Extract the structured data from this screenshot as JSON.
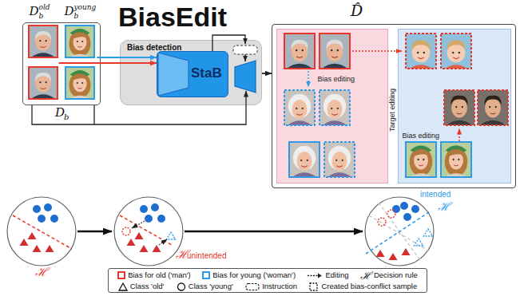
{
  "diagram": {
    "title": "BiasEdit",
    "nodes": [
      {
        "text": [
          "D",
          "b"
        ]
      },
      {
        "text": [
          "D",
          "old",
          "b"
        ],
        "in": 0
      },
      {
        "text": [
          "D",
          "young",
          "b"
        ],
        "in": 0
      },
      {
        "text": [
          "Bias detection"
        ]
      },
      {
        "text": [
          "StaB"
        ],
        "in": 3
      },
      {
        "text": [
          "D̂"
        ]
      },
      {
        "text": [
          "Bias editing"
        ],
        "in": 5
      },
      {
        "text": [
          "Bias editing"
        ],
        "in": 5
      }
    ],
    "edges": [
      {
        "from": 1,
        "to": 4,
        "arrow": "to"
      },
      {
        "from": 2,
        "to": 4,
        "arrow": "to"
      },
      {
        "from": 3,
        "to": 5,
        "arrow": "to"
      }
    ],
    "labels": [
      "Target editing",
      "ℋ",
      "ℋ",
      "unintended",
      "intended",
      "ℋ",
      "ℋ"
    ],
    "legend": [
      {
        "text": "Bias for old ('man')",
        "color": "#e8372c"
      },
      {
        "text": "Bias for young ('woman')",
        "color": "#2b9cea"
      },
      {
        "text": "Editing"
      },
      {
        "text": "Decision rule"
      },
      {
        "text": "Class 'old'"
      },
      {
        "text": "Class 'young'"
      },
      {
        "text": "Instruction"
      },
      {
        "text": "Created bias-conflict sample"
      }
    ]
  }
}
